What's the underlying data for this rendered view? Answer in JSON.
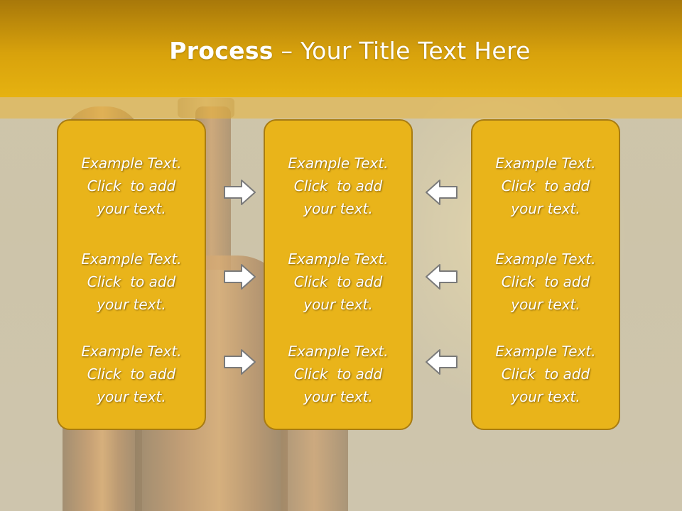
{
  "slide": {
    "title_bold": "Process",
    "title_rest": " – Your Title Text Here"
  },
  "columns": [
    {
      "blocks": [
        {
          "l1": "Example Text.",
          "l2": "Click  to add",
          "l3": "your text."
        },
        {
          "l1": "Example Text.",
          "l2": "Click  to add",
          "l3": "your text."
        },
        {
          "l1": "Example Text.",
          "l2": "Click  to add",
          "l3": "your text."
        }
      ]
    },
    {
      "blocks": [
        {
          "l1": "Example Text.",
          "l2": "Click  to add",
          "l3": "your text."
        },
        {
          "l1": "Example Text.",
          "l2": "Click  to add",
          "l3": "your text."
        },
        {
          "l1": "Example Text.",
          "l2": "Click  to add",
          "l3": "your text."
        }
      ]
    },
    {
      "blocks": [
        {
          "l1": "Example Text.",
          "l2": "Click  to add",
          "l3": "your text."
        },
        {
          "l1": "Example Text.",
          "l2": "Click  to add",
          "l3": "your text."
        },
        {
          "l1": "Example Text.",
          "l2": "Click  to add",
          "l3": "your text."
        }
      ]
    }
  ],
  "arrows": {
    "left_group": "arrow-right-icon",
    "right_group": "arrow-left-icon"
  },
  "colors": {
    "header": "#d8a20c",
    "box_fill": "#e9b41a",
    "box_border": "#a87c12",
    "text": "#ffffff"
  }
}
